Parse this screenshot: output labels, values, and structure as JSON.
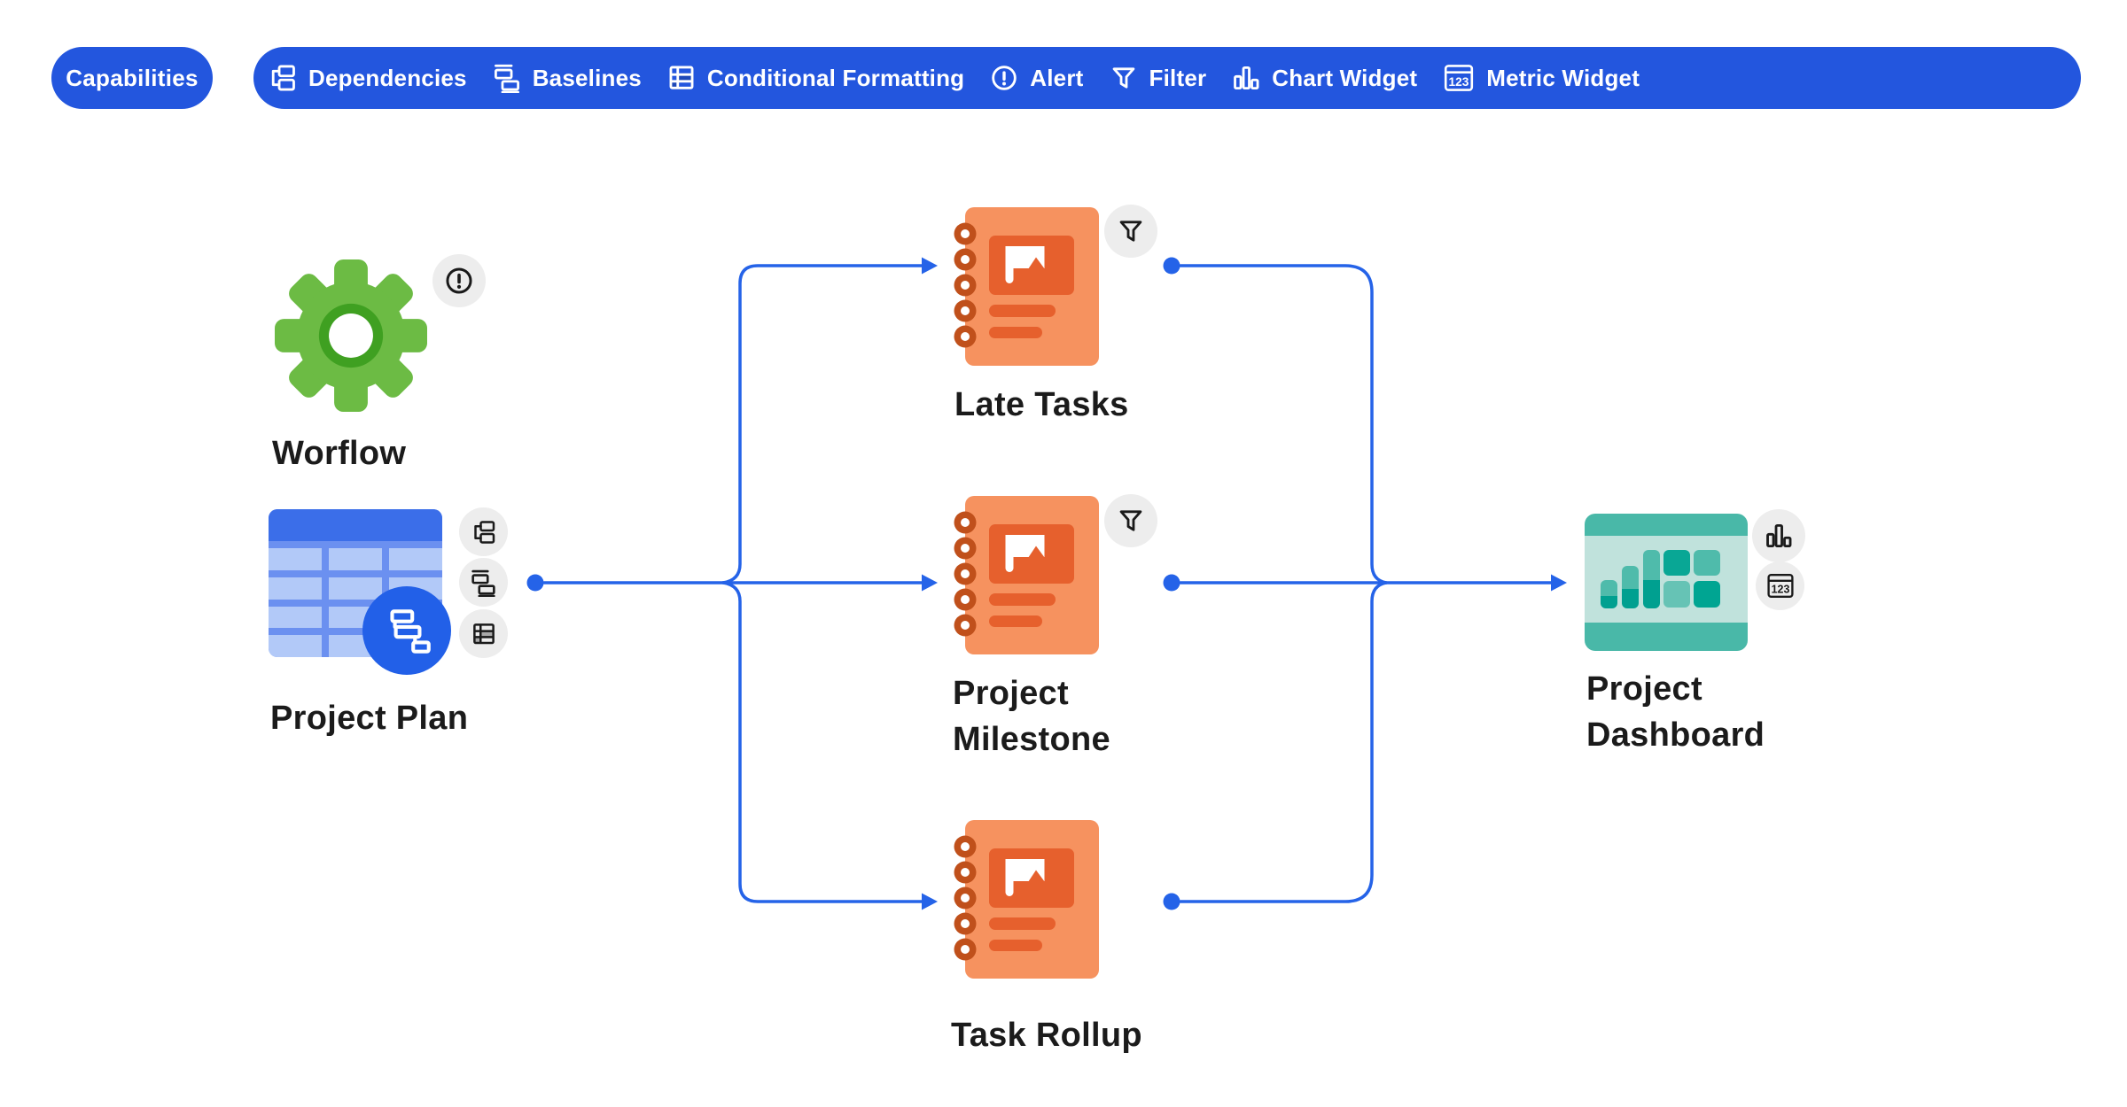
{
  "colors": {
    "pill_blue": "#2356DE",
    "connector_blue": "#2563E8",
    "toolbar_icon_fill_blue": "#1D48B8",
    "gear_green": "#6CBB44",
    "gear_ring_green": "#3FA021",
    "table_header_blue": "#3B6EE9",
    "table_grid_blue": "#6B90F0",
    "table_cell_blue": "#B2C9F8",
    "gantt_circle_blue": "#2260E8",
    "notebook_body_orange": "#F6925F",
    "notebook_detail_orange": "#E6602D",
    "notebook_spiral_orange": "#C0501B",
    "dashboard_band_teal": "#49B8A8",
    "dashboard_panel_teal": "#C0E2DC",
    "dashboard_dark_teal": "#00A592",
    "dashboard_mid_teal": "#4FBBAB",
    "dashboard_light_teal": "#66C3B5",
    "badge_gray": "#EDEDED",
    "label_black": "#1B1B1B"
  },
  "header": {
    "capabilities_label": "Capabilities",
    "metric_icon_text": "123",
    "toolbar_items": [
      {
        "icon": "dependencies-icon",
        "label": "Dependencies"
      },
      {
        "icon": "baselines-icon",
        "label": "Baselines"
      },
      {
        "icon": "conditional-formatting-icon",
        "label": "Conditional Formatting"
      },
      {
        "icon": "alert-icon",
        "label": "Alert"
      },
      {
        "icon": "filter-icon",
        "label": "Filter"
      },
      {
        "icon": "chart-widget-icon",
        "label": "Chart Widget"
      },
      {
        "icon": "metric-widget-icon",
        "label": "Metric Widget"
      }
    ]
  },
  "diagram": {
    "nodes": [
      {
        "id": "workflow",
        "label": "Worflow",
        "icon": "gear-icon",
        "badges": [
          "alert-icon"
        ]
      },
      {
        "id": "project-plan",
        "label": "Project Plan",
        "icon": "grid-table-icon",
        "overlay_icon": "gantt-dependency-icon",
        "badges": [
          "dependencies-icon",
          "baselines-icon",
          "conditional-formatting-icon"
        ]
      },
      {
        "id": "late-tasks",
        "label": "Late Tasks",
        "icon": "report-notebook-icon",
        "badges": [
          "filter-icon"
        ]
      },
      {
        "id": "project-milestone",
        "label": "Project Milestone",
        "label_lines": [
          "Project",
          "Milestone"
        ],
        "icon": "report-notebook-icon",
        "badges": [
          "filter-icon"
        ]
      },
      {
        "id": "task-rollup",
        "label": "Task Rollup",
        "icon": "report-notebook-icon",
        "badges": []
      },
      {
        "id": "project-dashboard",
        "label": "Project Dashboard",
        "label_lines": [
          "Project",
          "Dashboard"
        ],
        "icon": "dashboard-icon",
        "badges": [
          "chart-widget-icon",
          "metric-widget-icon"
        ]
      }
    ],
    "edges": [
      {
        "from": "project-plan",
        "to": "late-tasks"
      },
      {
        "from": "project-plan",
        "to": "project-milestone"
      },
      {
        "from": "project-plan",
        "to": "task-rollup"
      },
      {
        "from": "late-tasks",
        "to": "project-dashboard"
      },
      {
        "from": "project-milestone",
        "to": "project-dashboard"
      },
      {
        "from": "task-rollup",
        "to": "project-dashboard"
      }
    ]
  }
}
